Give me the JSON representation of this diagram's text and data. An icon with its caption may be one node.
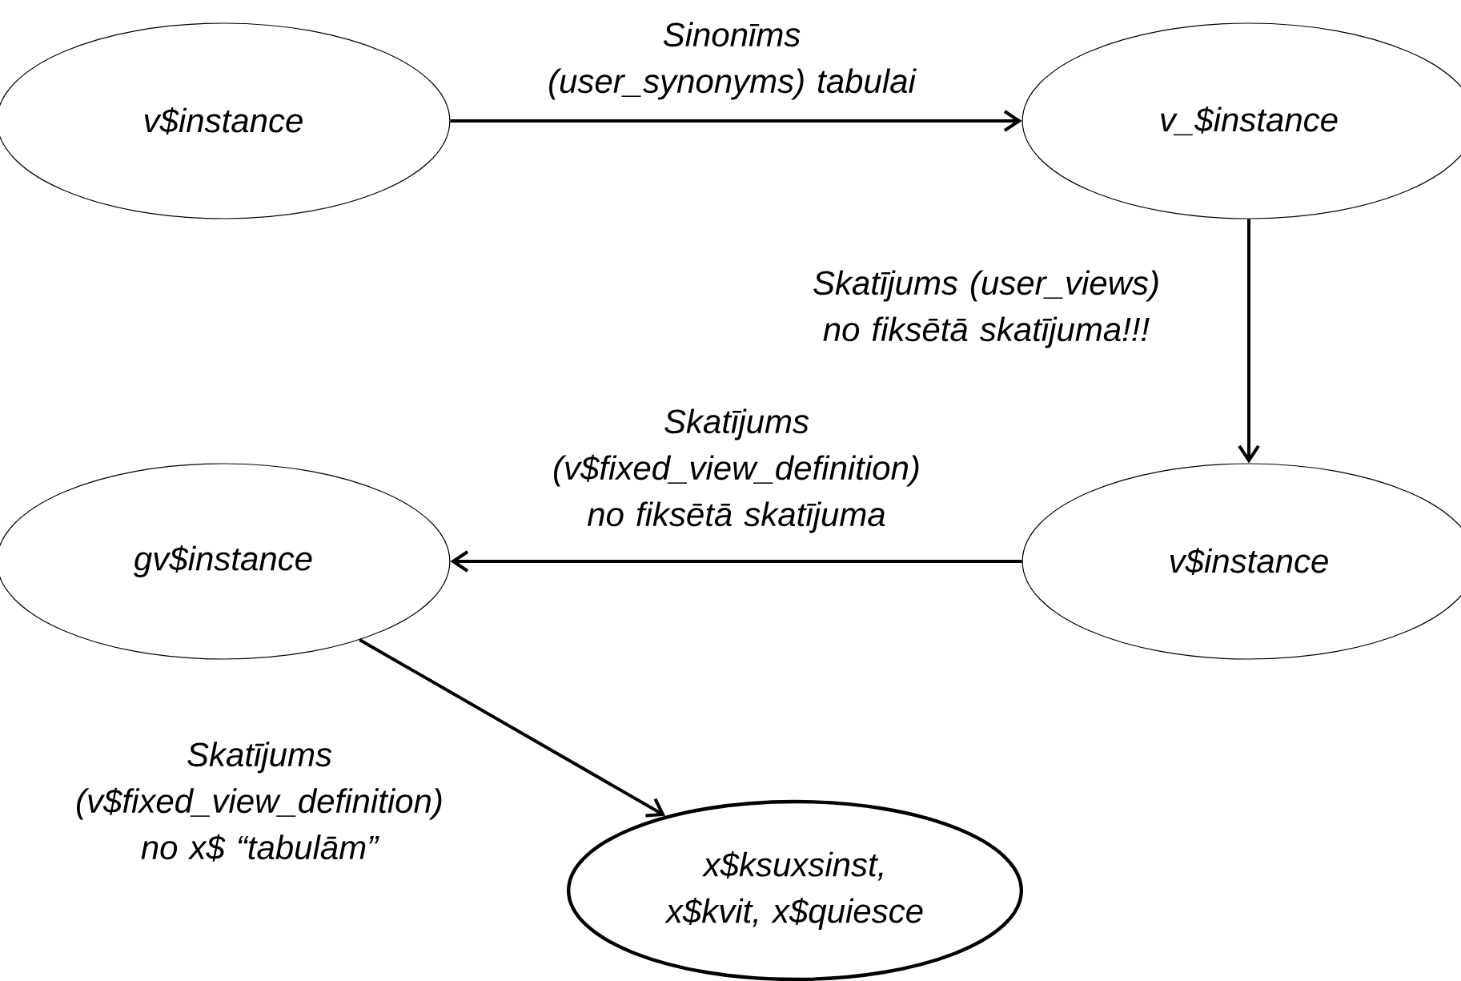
{
  "diagram": {
    "nodes": [
      {
        "text": [
          "v$instance"
        ]
      },
      {
        "text": [
          "v_$instance"
        ]
      },
      {
        "text": [
          "v$instance"
        ]
      },
      {
        "text": [
          "gv$instance"
        ]
      },
      {
        "text": [
          "x$ksuxsinst, x$kvit, x$quiesce"
        ]
      }
    ],
    "edges": [
      {
        "from": 0,
        "to": 1,
        "arrow": "to",
        "label": "Sinonīms (user_synonyms) tabulai"
      },
      {
        "from": 1,
        "to": 2,
        "arrow": "to",
        "label": "Skatījums (user_views) no fiksētā skatījuma!!!"
      },
      {
        "from": 2,
        "to": 3,
        "arrow": "to",
        "label": "Skatījums (v$fixed_view_definition) no fiksētā skatījuma"
      },
      {
        "from": 3,
        "to": 4,
        "arrow": "to",
        "label": "Skatījums (v$fixed_view_definition) no x$ “tabulām”"
      }
    ]
  }
}
